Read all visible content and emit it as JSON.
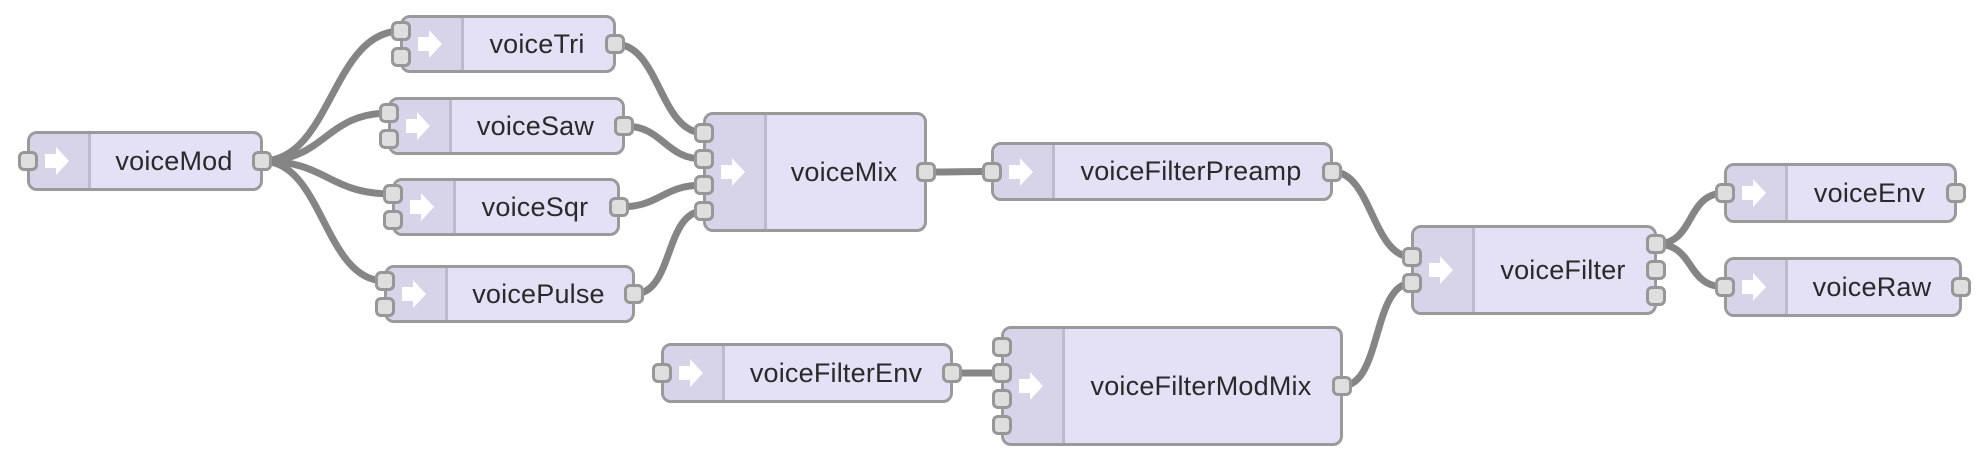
{
  "colors": {
    "node_fill": "#e4e1f6",
    "node_icon_fill": "#d7d4ea",
    "node_border": "#9a9a9a",
    "port_fill": "#dedede",
    "port_border": "#979797",
    "wire": "#858585",
    "label": "#2a2a2a"
  },
  "icon": "arrow-right-icon",
  "nodes": [
    {
      "id": "voiceMod",
      "label": "voiceMod",
      "inputs": 1,
      "outputs": 1
    },
    {
      "id": "voiceTri",
      "label": "voiceTri",
      "inputs": 2,
      "outputs": 1
    },
    {
      "id": "voiceSaw",
      "label": "voiceSaw",
      "inputs": 2,
      "outputs": 1
    },
    {
      "id": "voiceSqr",
      "label": "voiceSqr",
      "inputs": 2,
      "outputs": 1
    },
    {
      "id": "voicePulse",
      "label": "voicePulse",
      "inputs": 2,
      "outputs": 1
    },
    {
      "id": "voiceMix",
      "label": "voiceMix",
      "inputs": 4,
      "outputs": 1
    },
    {
      "id": "voiceFilterPreamp",
      "label": "voiceFilterPreamp",
      "inputs": 1,
      "outputs": 1
    },
    {
      "id": "voiceFilter",
      "label": "voiceFilter",
      "inputs": 2,
      "outputs": 3
    },
    {
      "id": "voiceEnv",
      "label": "voiceEnv",
      "inputs": 1,
      "outputs": 1
    },
    {
      "id": "voiceRaw",
      "label": "voiceRaw",
      "inputs": 1,
      "outputs": 1
    },
    {
      "id": "voiceFilterEnv",
      "label": "voiceFilterEnv",
      "inputs": 1,
      "outputs": 1
    },
    {
      "id": "voiceFilterModMix",
      "label": "voiceFilterModMix",
      "inputs": 4,
      "outputs": 1
    }
  ],
  "connections": [
    {
      "from": "voiceMod",
      "from_port": 0,
      "to": "voiceTri",
      "to_port": 0
    },
    {
      "from": "voiceMod",
      "from_port": 0,
      "to": "voiceSaw",
      "to_port": 0
    },
    {
      "from": "voiceMod",
      "from_port": 0,
      "to": "voiceSqr",
      "to_port": 0
    },
    {
      "from": "voiceMod",
      "from_port": 0,
      "to": "voicePulse",
      "to_port": 0
    },
    {
      "from": "voiceTri",
      "from_port": 0,
      "to": "voiceMix",
      "to_port": 0
    },
    {
      "from": "voiceSaw",
      "from_port": 0,
      "to": "voiceMix",
      "to_port": 1
    },
    {
      "from": "voiceSqr",
      "from_port": 0,
      "to": "voiceMix",
      "to_port": 2
    },
    {
      "from": "voicePulse",
      "from_port": 0,
      "to": "voiceMix",
      "to_port": 3
    },
    {
      "from": "voiceMix",
      "from_port": 0,
      "to": "voiceFilterPreamp",
      "to_port": 0
    },
    {
      "from": "voiceFilterPreamp",
      "from_port": 0,
      "to": "voiceFilter",
      "to_port": 0
    },
    {
      "from": "voiceFilterEnv",
      "from_port": 0,
      "to": "voiceFilterModMix",
      "to_port": 1
    },
    {
      "from": "voiceFilterModMix",
      "from_port": 0,
      "to": "voiceFilter",
      "to_port": 1
    },
    {
      "from": "voiceFilter",
      "from_port": 0,
      "to": "voiceEnv",
      "to_port": 0
    },
    {
      "from": "voiceFilter",
      "from_port": 0,
      "to": "voiceRaw",
      "to_port": 0
    }
  ]
}
